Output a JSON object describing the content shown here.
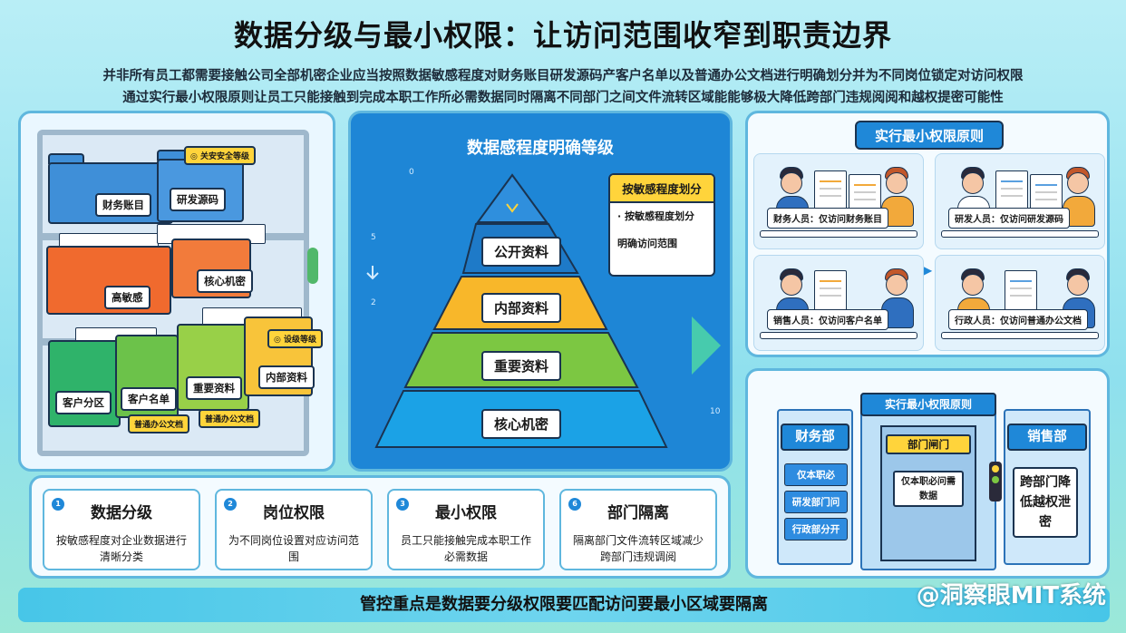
{
  "title": "数据分级与最小权限：让访问范围收窄到职责边界",
  "intro": {
    "line1": "并非所有员工都需要接触公司全部机密企业应当按照数据敏感程度对财务账目研发源码产客户名单以及普通办公文档进行明确划分并为不同岗位锁定对访问权限",
    "line2": "通过实行最小权限原则让员工只能接触到完成本职工作所必需数据同时隔离不同部门之间文件流转区域能能够极大降低跨部门违规阅阅和越权提密可能性"
  },
  "cabinet": {
    "folders": {
      "finance": "财务账目",
      "rd": "研发源码",
      "high": "高敏感",
      "core": "核心机密",
      "customer_zone": "客户分区",
      "customer_list": "客户名单",
      "important": "重要资料",
      "internal": "内部资料"
    },
    "tags": {
      "top": "◎ 关安安全等级",
      "mid": "◎ 设级等级",
      "bottom_left": "普通办公文档",
      "bottom_right": "普通办公文档"
    }
  },
  "pyramid": {
    "title": "数据感程度明确等级",
    "levels": [
      "公开资料",
      "内部资料",
      "重要资料",
      "核心机密"
    ],
    "scale": [
      "0",
      "5",
      "2",
      "10"
    ],
    "colors": [
      "#2f8fdd",
      "#f8b72a",
      "#7cc742",
      "#1ba2e6"
    ],
    "callout": {
      "head": "按敏感程度划分",
      "line1": "· 按敏感程度划分",
      "line2": "明确访问范围"
    }
  },
  "principle": {
    "title": "实行最小权限原则",
    "scenes": [
      "财务人员：仅访问财务账目",
      "研发人员：仅访问研发源码",
      "销售人员：仅访问客户名单",
      "行政人员：仅访问普通办公文档"
    ]
  },
  "gate": {
    "title": "实行最小权限原则",
    "left_dept": "财务部",
    "right_dept": "销售部",
    "door": "部门闸门",
    "door_note": "仅本职必问需数据",
    "left_buttons": [
      "仅本职必",
      "研发部门问",
      "行政部分开"
    ],
    "right_text": "跨部门降低越权泄密"
  },
  "cards": [
    {
      "num": "1",
      "title": "数据分级",
      "desc": "按敏感程度对企业数据进行清晰分类"
    },
    {
      "num": "2",
      "title": "岗位权限",
      "desc": "为不同岗位设置对应访问范围"
    },
    {
      "num": "3",
      "title": "最小权限",
      "desc": "员工只能接触完成本职工作必需数据"
    },
    {
      "num": "6",
      "title": "部门隔离",
      "desc": "隔离部门文件流转区域减少跨部门违规调阅"
    }
  ],
  "bottom": "管控重点是数据要分级权限要匹配访问要最小区域要隔离",
  "watermark": "@洞察眼MIT系统"
}
